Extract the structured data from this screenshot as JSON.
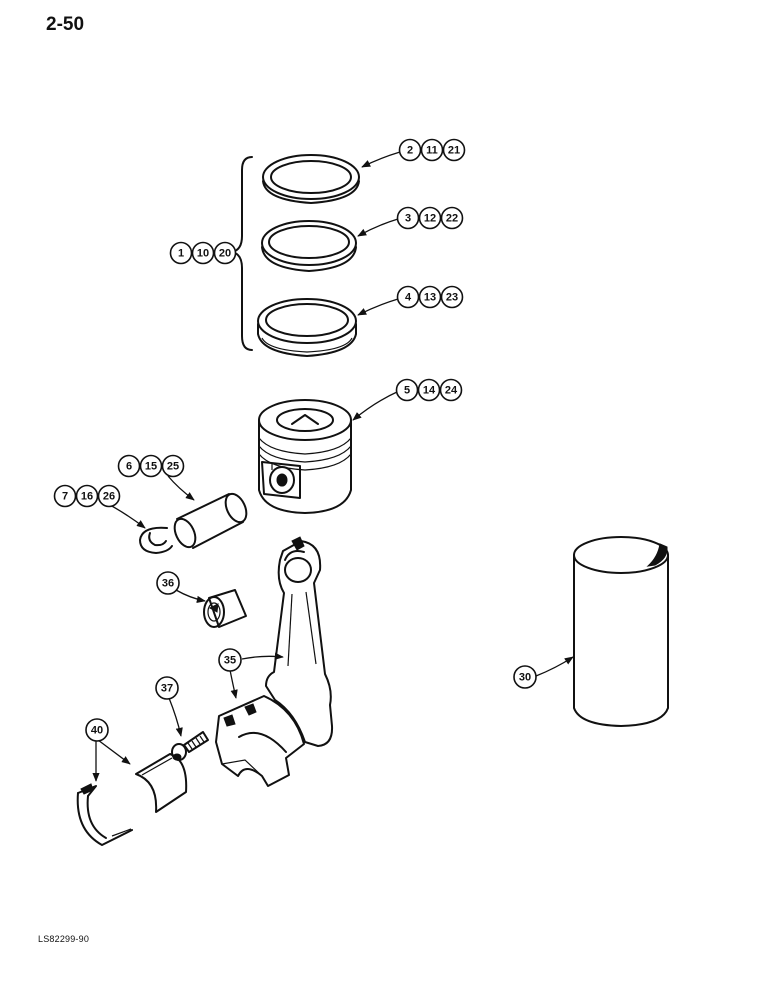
{
  "page_number": "2-50",
  "figure_code": "LS82299-90",
  "callouts": {
    "ring_set": [
      "1",
      "10",
      "20"
    ],
    "top_ring": [
      "2",
      "11",
      "21"
    ],
    "second_ring": [
      "3",
      "12",
      "22"
    ],
    "oil_ring": [
      "4",
      "13",
      "23"
    ],
    "piston": [
      "5",
      "14",
      "24"
    ],
    "piston_pin": [
      "6",
      "15",
      "25"
    ],
    "snap_ring": [
      "7",
      "16",
      "26"
    ],
    "liner": [
      "30"
    ],
    "connecting_rod": [
      "35"
    ],
    "pin_bushing": [
      "36"
    ],
    "rod_bolt": [
      "37"
    ],
    "rod_bearing": [
      "40"
    ]
  }
}
